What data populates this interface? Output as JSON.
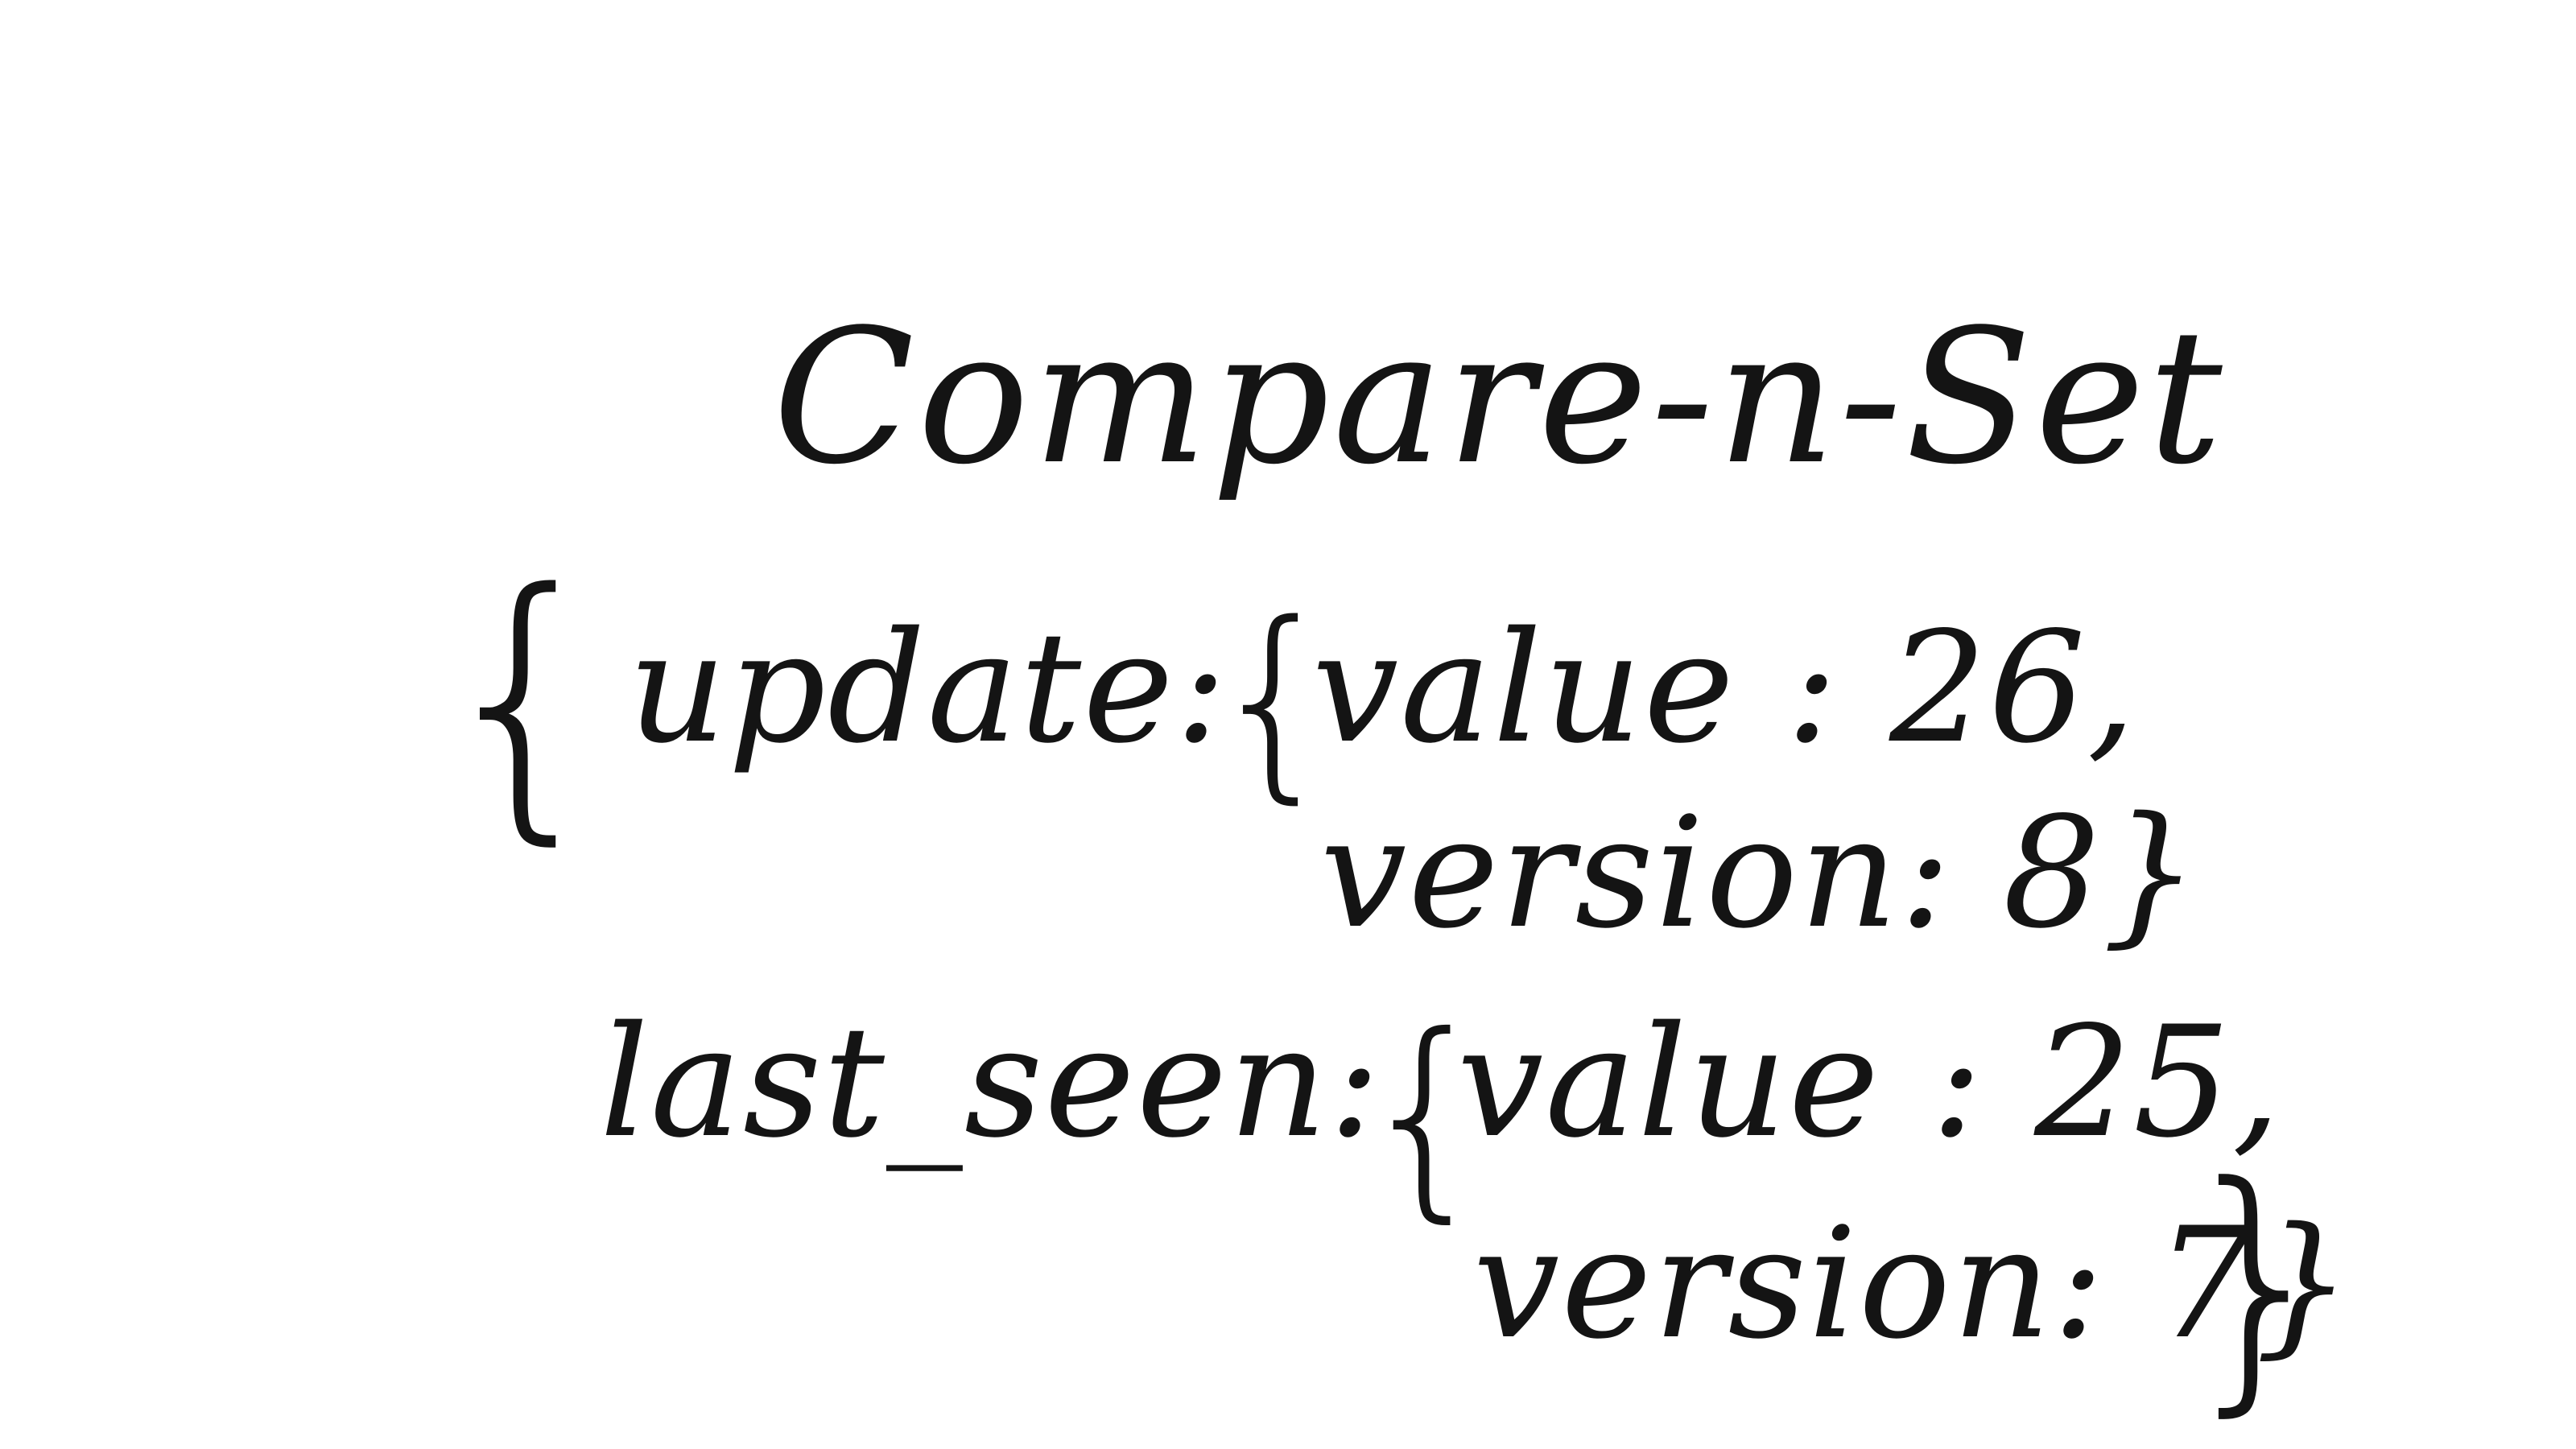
{
  "title": "Compare-n-Set",
  "open_brace": "{",
  "update": {
    "key": "update:",
    "open_brace": "{",
    "value_line": "value : 26,",
    "version_line": "version: 8}"
  },
  "last_seen": {
    "key": "last_seen:",
    "open_brace": "{",
    "value_line": "value : 25,",
    "version_line": "version: 7}"
  },
  "close_brace": "}"
}
